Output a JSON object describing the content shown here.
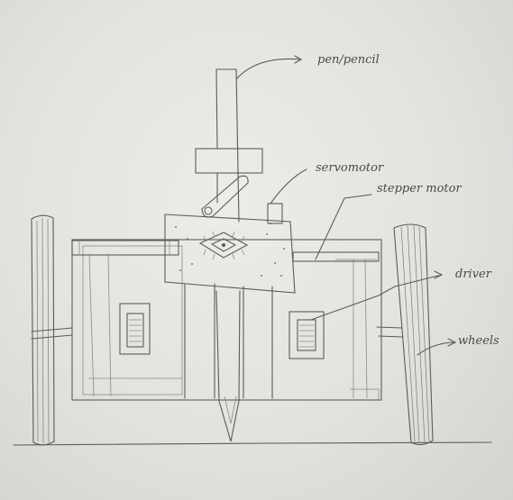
{
  "labels": {
    "pen": "pen/pencil",
    "servo": "servomotor",
    "stepper": "stepper motor",
    "driver": "driver",
    "wheels": "wheels"
  },
  "colors": {
    "paper": "#e6e6e3",
    "pencil": "#5b5b5b"
  }
}
